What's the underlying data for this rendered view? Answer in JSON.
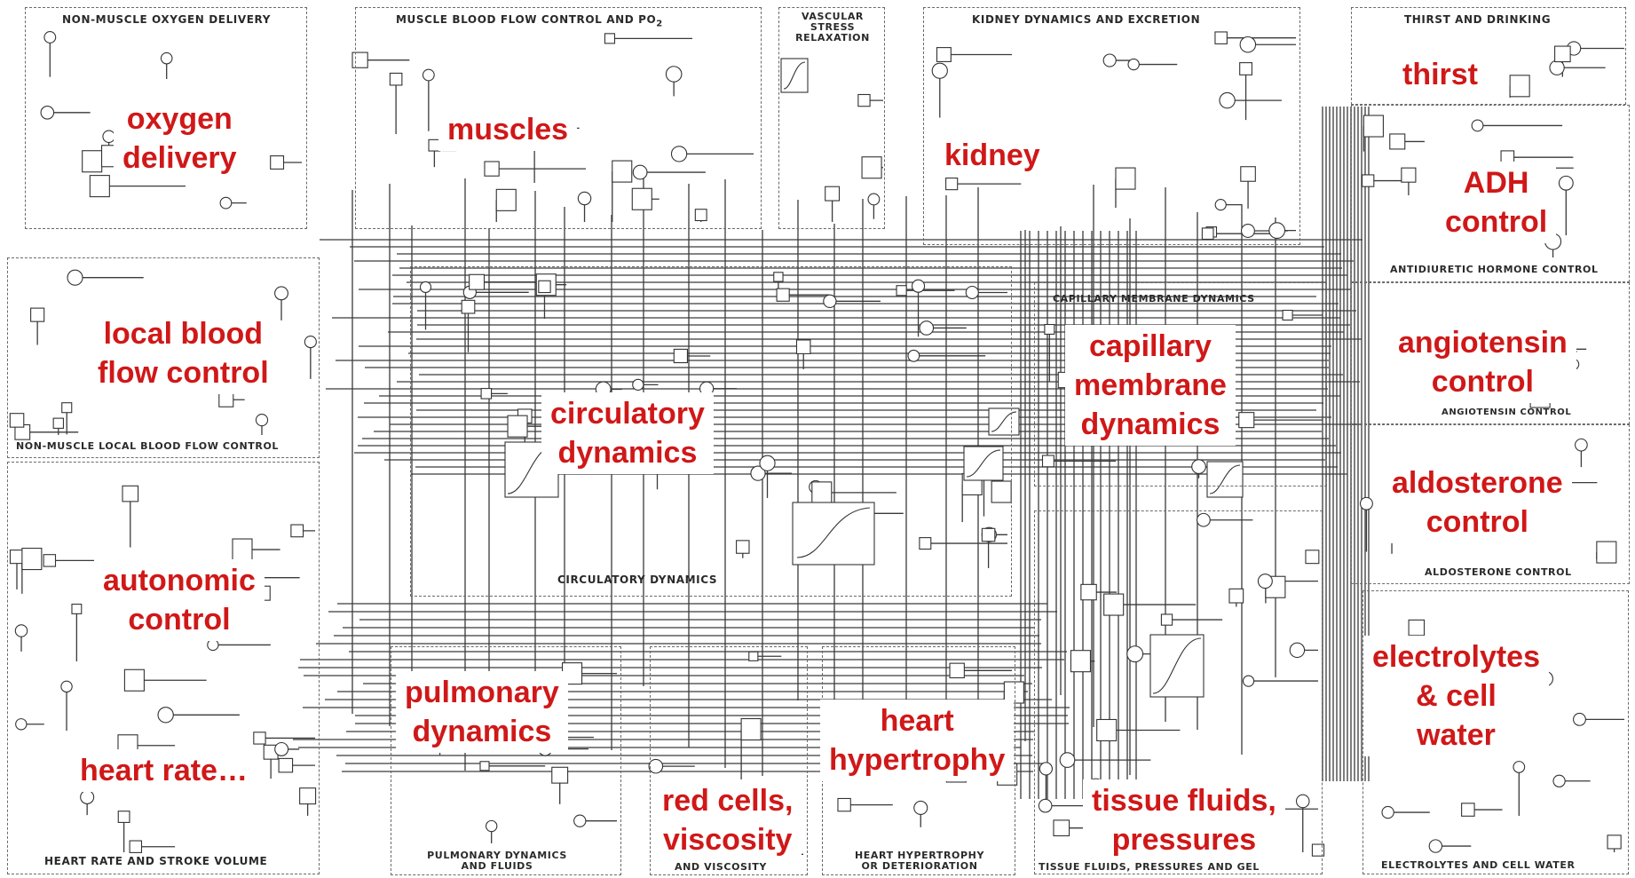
{
  "section_titles": {
    "oxygen": "NON-MUSCLE OXYGEN DELIVERY",
    "muscle": "MUSCLE BLOOD FLOW CONTROL AND PO",
    "muscle_sub": "2",
    "vascular_1": "VASCULAR",
    "vascular_2": "STRESS",
    "vascular_3": "RELAXATION",
    "kidney": "KIDNEY DYNAMICS AND EXCRETION",
    "thirst": "THIRST AND DRINKING",
    "adh": "ANTIDIURETIC HORMONE CONTROL",
    "angiotensin": "ANGIOTENSIN CONTROL",
    "aldosterone": "ALDOSTERONE CONTROL",
    "capillary": "CAPILLARY MEMBRANE DYNAMICS",
    "local": "NON-MUSCLE LOCAL BLOOD FLOW CONTROL",
    "circulatory": "CIRCULATORY DYNAMICS",
    "heart_rate": "HEART RATE AND STROKE VOLUME",
    "pulmonary_1": "PULMONARY DYNAMICS",
    "pulmonary_2": "AND FLUIDS",
    "red": "AND VISCOSITY",
    "hypertrophy_1": "HEART HYPERTROPHY",
    "hypertrophy_2": "OR DETERIORATION",
    "tissue": "TISSUE FLUIDS, PRESSURES AND GEL",
    "electrolytes": "ELECTROLYTES AND CELL WATER"
  },
  "labels": {
    "oxygen_1": "oxygen",
    "oxygen_2": "delivery",
    "muscles": "muscles",
    "kidney": "kidney",
    "thirst": "thirst",
    "adh_1": "ADH",
    "adh_2": "control",
    "local_1": "local blood",
    "local_2": "flow control",
    "circ_1": "circulatory",
    "circ_2": "dynamics",
    "cap_1": "capillary",
    "cap_2": "membrane",
    "cap_3": "dynamics",
    "ang_1": "angiotensin",
    "ang_2": "control",
    "ald_1": "aldosterone",
    "ald_2": "control",
    "auto_1": "autonomic",
    "auto_2": "control",
    "pulm_1": "pulmonary",
    "pulm_2": "dynamics",
    "hr": "heart rate…",
    "hyp_1": "heart",
    "hyp_2": "hypertrophy",
    "red_1": "red cells,",
    "red_2": "viscosity",
    "tissue_1": "tissue fluids,",
    "tissue_2": "pressures",
    "elec_1": "electrolytes",
    "elec_2": "& cell",
    "elec_3": "water"
  },
  "colors": {
    "label_text": "#d01818",
    "label_background": "#ffffff",
    "schematic_ink": "#2a2a2a",
    "background": "#ffffff"
  }
}
